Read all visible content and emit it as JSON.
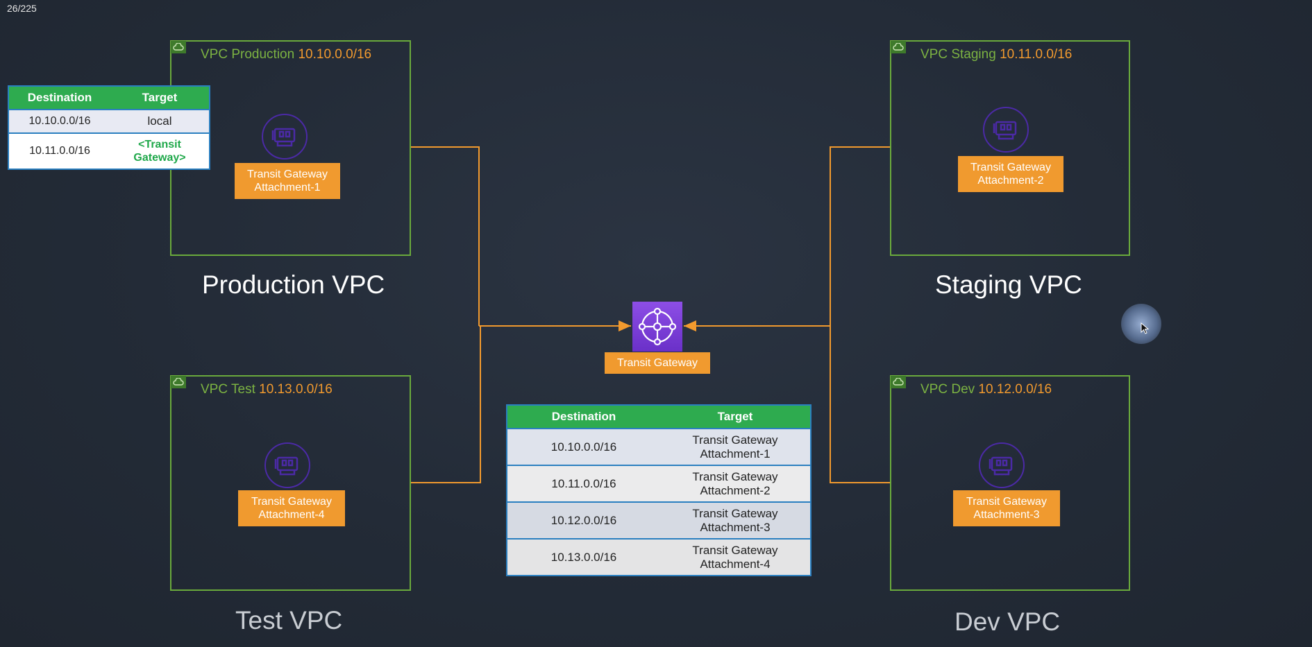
{
  "slide_counter": "26/225",
  "vpcs": {
    "production": {
      "name": "VPC Production",
      "cidr": "10.10.0.0/16",
      "attachment": "Transit Gateway\nAttachment-1",
      "big_label": "Production VPC"
    },
    "staging": {
      "name": "VPC Staging",
      "cidr": "10.11.0.0/16",
      "attachment": "Transit Gateway\nAttachment-2",
      "big_label": "Staging VPC"
    },
    "test": {
      "name": "VPC Test",
      "cidr": "10.13.0.0/16",
      "attachment": "Transit Gateway\nAttachment-4",
      "big_label": "Test VPC"
    },
    "dev": {
      "name": "VPC Dev",
      "cidr": "10.12.0.0/16",
      "attachment": "Transit Gateway\nAttachment-3",
      "big_label": "Dev VPC"
    }
  },
  "transit_gateway": {
    "label": "Transit Gateway"
  },
  "prod_route_table": {
    "headers": [
      "Destination",
      "Target"
    ],
    "rows": [
      {
        "destination": "10.10.0.0/16",
        "target": "local"
      },
      {
        "destination": "10.11.0.0/16",
        "target": "<Transit\nGateway>"
      }
    ]
  },
  "tgw_route_table": {
    "headers": [
      "Destination",
      "Target"
    ],
    "rows": [
      {
        "destination": "10.10.0.0/16",
        "target": "Transit Gateway\nAttachment-1"
      },
      {
        "destination": "10.11.0.0/16",
        "target": "Transit Gateway\nAttachment-2"
      },
      {
        "destination": "10.12.0.0/16",
        "target": "Transit Gateway\nAttachment-3"
      },
      {
        "destination": "10.13.0.0/16",
        "target": "Transit Gateway\nAttachment-4"
      }
    ]
  },
  "colors": {
    "vpc_border": "#6aaa3c",
    "vpc_name": "#7cb342",
    "cidr": "#f29a2e",
    "attachment_fill": "#f09a2f",
    "table_header": "#2eab4f",
    "tgw_purple": "#7a3fd9",
    "connector": "#f29a2e"
  },
  "icons": [
    "vpc-cloud-icon",
    "attachment-icon",
    "transit-gateway-icon",
    "cursor-icon"
  ]
}
